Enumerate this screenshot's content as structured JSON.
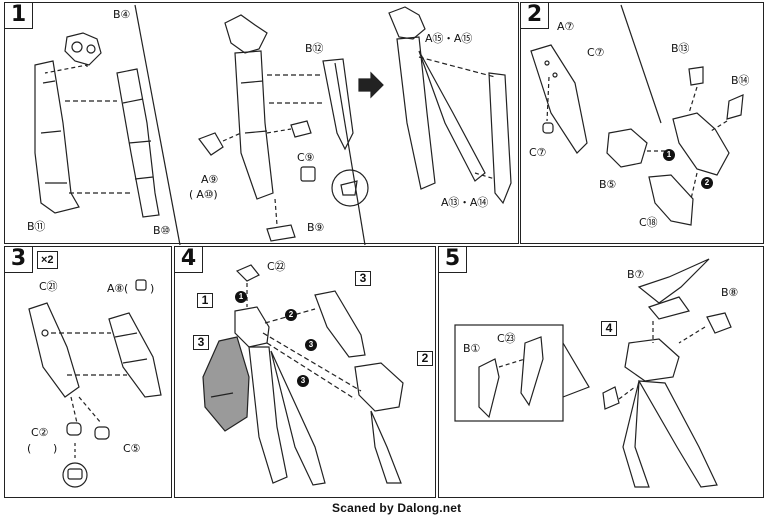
{
  "footer": "Scaned by Dalong.net",
  "steps": [
    {
      "num": "1",
      "labels": [
        "B④",
        "B⑪",
        "B⑩",
        "B⑫",
        "A⑨",
        "( A⑩)",
        "C⑨",
        "B⑨",
        "A⑮・A⑮",
        "A⑬・A⑭"
      ]
    },
    {
      "num": "2",
      "labels": [
        "A⑦",
        "C⑦",
        "C⑦",
        "B⑬",
        "B⑭",
        "B⑤",
        "C⑱"
      ],
      "callouts": [
        "1",
        "2"
      ]
    },
    {
      "num": "3",
      "multiplier": "×2",
      "labels": [
        "C㉑",
        "A⑧(",
        ")",
        "C②",
        "(",
        ")",
        "C⑤"
      ]
    },
    {
      "num": "4",
      "labels": [
        "C㉒"
      ],
      "callouts": [
        "1",
        "2",
        "3",
        "3"
      ],
      "refs": [
        "1",
        "3",
        "3",
        "2"
      ]
    },
    {
      "num": "5",
      "labels": [
        "B⑦",
        "B⑧",
        "B①",
        "C㉓"
      ],
      "refs": [
        "4"
      ]
    }
  ]
}
